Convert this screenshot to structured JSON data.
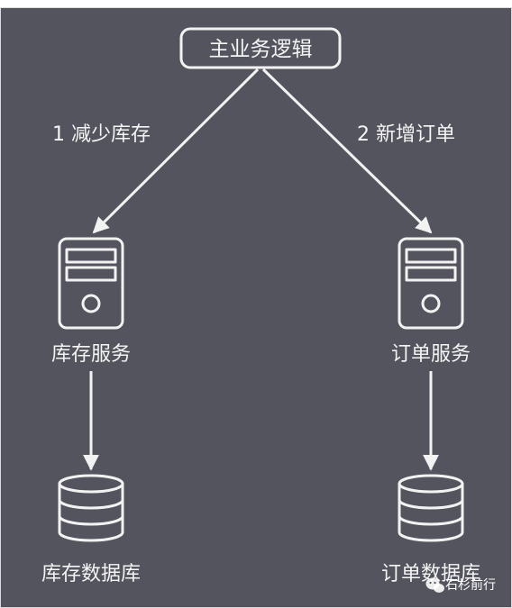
{
  "diagram": {
    "main_node": {
      "label": "主业务逻辑"
    },
    "edges": [
      {
        "label": "1 减少库存"
      },
      {
        "label": "2 新增订单"
      }
    ],
    "services": [
      {
        "label": "库存服务",
        "icon": "server-icon"
      },
      {
        "label": "订单服务",
        "icon": "server-icon"
      }
    ],
    "databases": [
      {
        "label": "库存数据库",
        "icon": "database-icon"
      },
      {
        "label": "订单数据库",
        "icon": "database-icon"
      }
    ]
  },
  "watermark": {
    "text": "石杉前行",
    "icon": "wechat-icon"
  },
  "colors": {
    "background": "#54545e",
    "foreground": "#f2f2f2"
  }
}
